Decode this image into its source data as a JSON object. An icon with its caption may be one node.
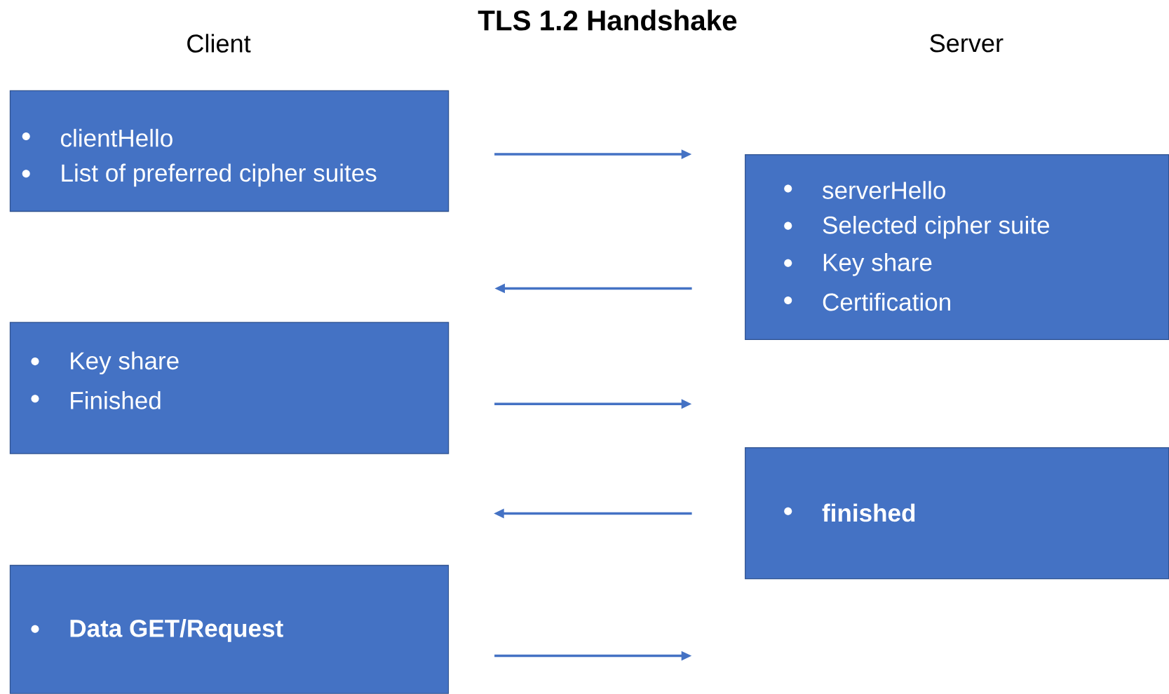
{
  "diagram": {
    "title": "TLS 1.2 Handshake",
    "nodes": [
      {
        "text": [
          "clientHello",
          "List of preferred cipher suites"
        ]
      },
      {
        "text": [
          "serverHello",
          "Selected cipher suite",
          "Key share",
          "Certification"
        ]
      },
      {
        "text": [
          "Key share",
          "Finished"
        ]
      },
      {
        "text": [
          "finished"
        ]
      },
      {
        "text": [
          "Data GET/Request"
        ]
      }
    ],
    "edges": [
      {
        "from": 0,
        "to": 1,
        "arrow": "to"
      },
      {
        "from": 1,
        "to": 2,
        "arrow": "to"
      },
      {
        "from": 2,
        "to": null,
        "arrow": "to"
      },
      {
        "from": 3,
        "to": null,
        "arrow": "to"
      },
      {
        "from": 4,
        "to": null,
        "arrow": "to"
      }
    ],
    "labels": [
      "Client",
      "Server"
    ]
  }
}
